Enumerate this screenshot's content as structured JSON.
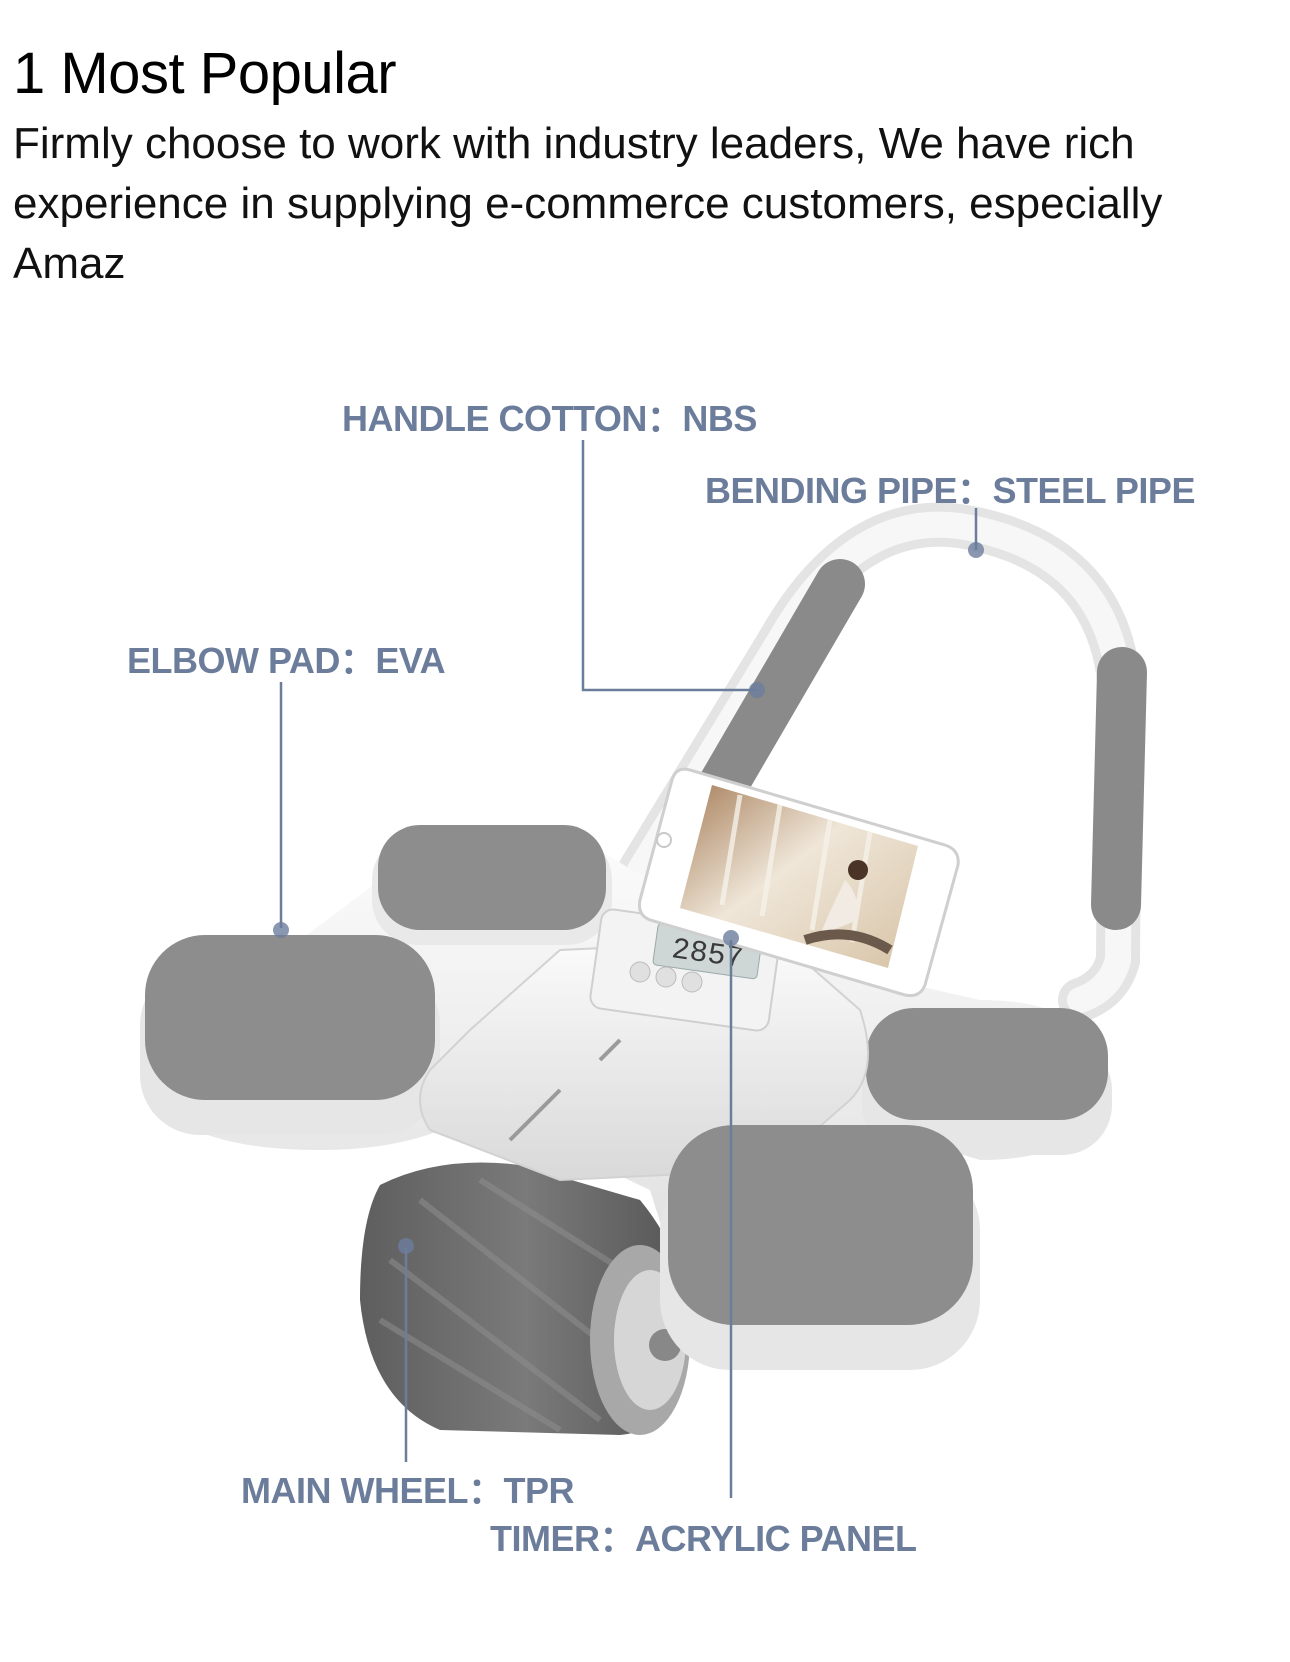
{
  "heading": "1 Most Popular",
  "description": "Firmly choose to work with industry leaders,   We have rich experience in supplying e-commerce customers, especially Amaz",
  "callouts": {
    "handle_cotton": "HANDLE COTTON：NBS",
    "bending_pipe": "BENDING PIPE：STEEL PIPE",
    "elbow_pad": "ELBOW PAD：EVA",
    "main_wheel": "MAIN WHEEL：TPR",
    "timer": "TIMER：ACRYLIC PANEL"
  },
  "timer_display": "2857",
  "colors": {
    "label": "#6c7d9c",
    "pad": "#8d8d8d",
    "body": "#ececec"
  }
}
